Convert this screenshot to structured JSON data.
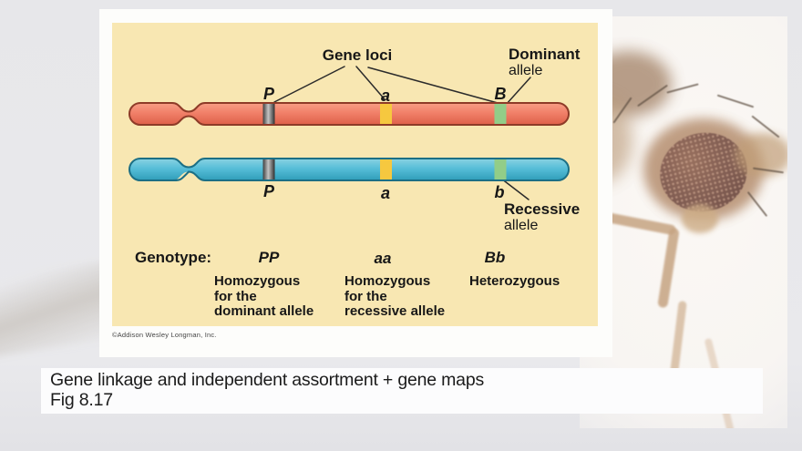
{
  "slide": {
    "caption_line1": "Gene linkage and independent assortment + gene maps",
    "caption_line2": "Fig 8.17"
  },
  "figure": {
    "credit": "©Addison Wesley Longman, Inc.",
    "panel_bg": "#F8E7B2",
    "labels": {
      "gene_loci": "Gene loci",
      "dominant_line1": "Dominant",
      "dominant_line2": "allele",
      "recessive_line1": "Recessive",
      "recessive_line2": "allele",
      "genotype": "Genotype:"
    },
    "top_chromosome": {
      "color": "#F18069",
      "outline": "#8E3B28",
      "loci": [
        "P",
        "a",
        "B"
      ]
    },
    "bottom_chromosome": {
      "color": "#57BED8",
      "outline": "#1C6F85",
      "loci": [
        "P",
        "a",
        "b"
      ]
    },
    "band_colors": {
      "p_band": "#9d9d9d",
      "a_band": "#F6C83F",
      "b_band": "#92CD88"
    },
    "genotypes": [
      {
        "value": "PP",
        "desc1": "Homozygous",
        "desc2": "for the",
        "desc3": "dominant allele"
      },
      {
        "value": "aa",
        "desc1": "Homozygous",
        "desc2": "for the",
        "desc3": "recessive allele"
      },
      {
        "value": "Bb",
        "desc1": "Heterozygous"
      }
    ]
  }
}
